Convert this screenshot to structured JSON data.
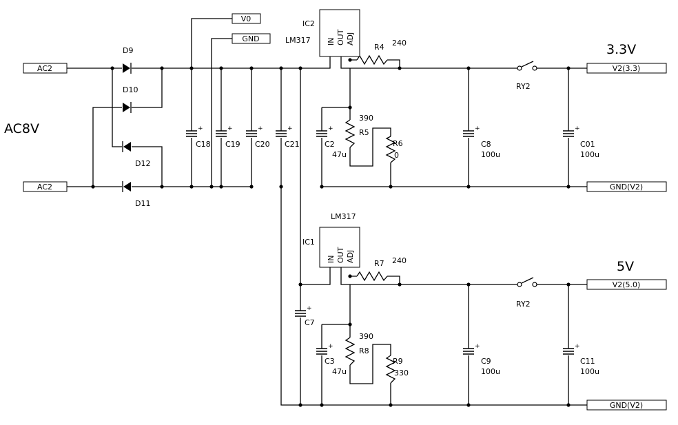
{
  "ports": {
    "ac2_top": "AC2",
    "ac2_bottom": "AC2",
    "v0": "V0",
    "gnd": "GND",
    "v2_33": "V2(3.3)",
    "gnd_v2_top": "GND(V2)",
    "v2_50": "V2(5.0)",
    "gnd_v2_bottom": "GND(V2)"
  },
  "labels": {
    "ac8v": "AC8V",
    "out_33": "3.3V",
    "out_50": "5V"
  },
  "diodes": [
    "D9",
    "D10",
    "D12",
    "D11"
  ],
  "input_caps": [
    "C18",
    "C19",
    "C20",
    "C21"
  ],
  "ic_pins": [
    "IN",
    "OUT",
    "ADJ"
  ],
  "reg_top": {
    "ic_name": "IC2",
    "ic_part": "LM317",
    "r_set": "R4",
    "r_set_val": "240",
    "r_adj": "R5",
    "r_adj_val": "390",
    "r_trim": "R6",
    "r_trim_val": "0",
    "c_adj": "C2",
    "c_adj_val": "47u",
    "c_out": "C8",
    "c_out_val": "100u",
    "relay": "RY2",
    "c_load": "C01",
    "c_load_val": "100u"
  },
  "reg_bottom": {
    "ic_name": "IC1",
    "ic_part": "LM317",
    "c_in": "C7",
    "r_set": "R7",
    "r_set_val": "240",
    "r_adj": "R8",
    "r_adj_val": "390",
    "r_trim": "R9",
    "r_trim_val": "330",
    "c_adj": "C3",
    "c_adj_val": "47u",
    "c_out": "C9",
    "c_out_val": "100u",
    "relay": "RY2",
    "c_load": "C11",
    "c_load_val": "100u"
  }
}
